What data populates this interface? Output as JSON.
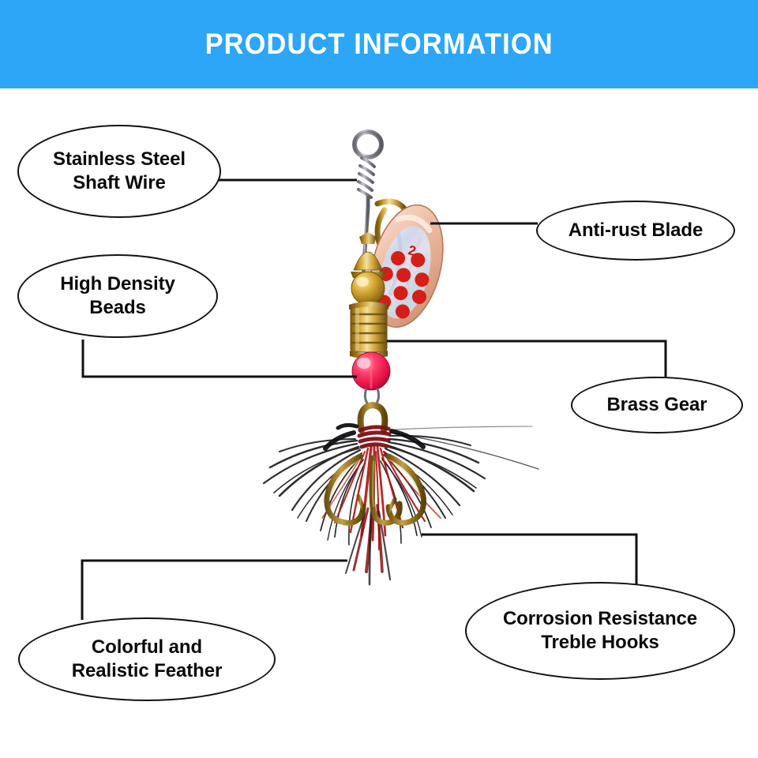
{
  "header": {
    "title": "PRODUCT INFORMATION",
    "background_color": "#2da6f7",
    "text_color": "#ffffff"
  },
  "product": {
    "name": "spinner fishing lure",
    "blade_marking": "2",
    "colors": {
      "blade_copper": "#e8b49c",
      "blade_holographic": "#d8dde8",
      "blade_dots": "#d41f16",
      "brass": "#c8992b",
      "bead_red": "#f5265a",
      "feather_black": "#171717",
      "feather_red": "#b21616",
      "hook_bronze": "#a8802a",
      "wire_steel": "#8c8c92"
    }
  },
  "callouts": [
    {
      "id": "shaft",
      "line1": "Stainless Steel",
      "line2": "Shaft Wire",
      "icon": "callout-ellipse-icon"
    },
    {
      "id": "beads",
      "line1": "High Density",
      "line2": "Beads",
      "icon": "callout-ellipse-icon"
    },
    {
      "id": "blade",
      "line1": "Anti-rust Blade",
      "line2": "",
      "icon": "callout-ellipse-icon"
    },
    {
      "id": "gear",
      "line1": "Brass Gear",
      "line2": "",
      "icon": "callout-ellipse-icon"
    },
    {
      "id": "feather",
      "line1": "Colorful and",
      "line2": "Realistic Feather",
      "icon": "callout-ellipse-icon"
    },
    {
      "id": "hooks",
      "line1": "Corrosion Resistance",
      "line2": "Treble Hooks",
      "icon": "callout-ellipse-icon"
    }
  ]
}
